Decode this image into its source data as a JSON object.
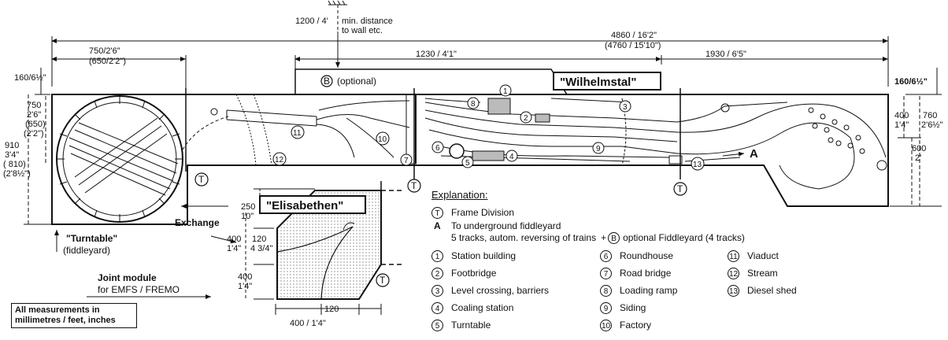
{
  "diagram": {
    "title_main": "\"Wilhelmstal\"",
    "title_secondary": "\"Elisabethen\"",
    "optional_label": "(optional)",
    "optional_letter": "B",
    "turntable_label": "\"Turntable\"",
    "turntable_sub": "(fiddleyard)",
    "exchange_label": "Exchange",
    "joint_label": "Joint module",
    "joint_sub": "for EMFS / FREMO",
    "measurements_note": "All measurements in millimetres / feet, inches",
    "exit_letter": "A",
    "frame_letter": "T",
    "dimensions": {
      "wall": "1200 / 4'",
      "wall_note_1": "min. distance",
      "wall_note_2": "to wall etc.",
      "total_1": "4860 / 16'2\"",
      "total_2": "(4760 / 15'10\")",
      "left_1": "750/2'6\"",
      "left_2": "(650/2'2\")",
      "mid": "1230 / 4'1\"",
      "right": "1930 / 6'5\"",
      "top_left": "160/6½\"",
      "top_right": "160/6½\"",
      "left_h_1": "750",
      "left_h_2": "2'6\"",
      "left_h_3": "(650)",
      "left_h_4": "(2'2\")",
      "left_total_1": "910",
      "left_total_2": "3'4\"",
      "left_total_3": "( 810)",
      "left_total_4": "(2'8½\")",
      "right_a_1": "400",
      "right_a_2": "1'4\"",
      "right_b_1": "760",
      "right_b_2": "2'6½\"",
      "right_c_1": "600",
      "right_c_2": "2'",
      "el_250_1": "250",
      "el_250_2": "10\"",
      "el_400a_1": "400",
      "el_400a_2": "1'4\"",
      "el_120_1": "120",
      "el_120_2": "4 3/4\"",
      "el_400b_1": "400",
      "el_400b_2": "1'4\"",
      "el_bottom": "400 / 1'4\"",
      "el_bottom_120": "120"
    },
    "numbers": [
      "1",
      "2",
      "3",
      "4",
      "5",
      "6",
      "7",
      "8",
      "9",
      "10",
      "11",
      "12",
      "13"
    ]
  },
  "legend": {
    "heading": "Explanation:",
    "frame": "Frame Division",
    "a_1": "To underground fiddleyard",
    "a_2": "5 tracks, autom. reversing of trains",
    "b_note": "optional Fiddleyard (4 tracks)",
    "items": [
      {
        "n": "1",
        "label": "Station building"
      },
      {
        "n": "2",
        "label": "Footbridge"
      },
      {
        "n": "3",
        "label": "Level crossing, barriers"
      },
      {
        "n": "4",
        "label": "Coaling station"
      },
      {
        "n": "5",
        "label": "Turntable"
      },
      {
        "n": "6",
        "label": "Roundhouse"
      },
      {
        "n": "7",
        "label": "Road bridge"
      },
      {
        "n": "8",
        "label": "Loading ramp"
      },
      {
        "n": "9",
        "label": "Siding"
      },
      {
        "n": "10",
        "label": "Factory"
      },
      {
        "n": "11",
        "label": "Viaduct"
      },
      {
        "n": "12",
        "label": "Stream"
      },
      {
        "n": "13",
        "label": "Diesel shed"
      }
    ]
  }
}
